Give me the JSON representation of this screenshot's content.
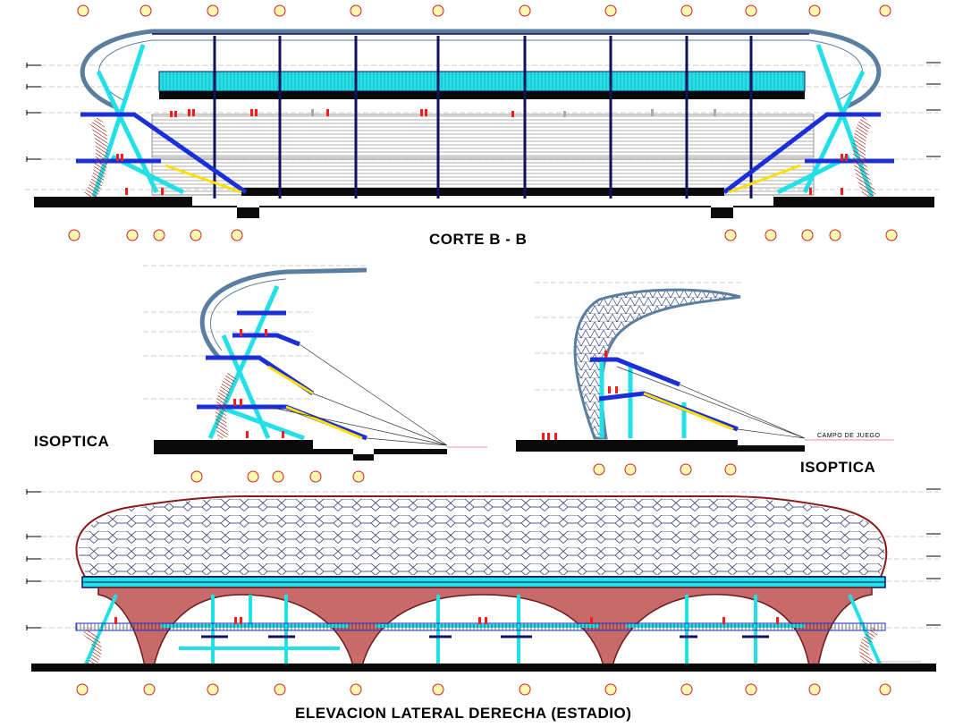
{
  "titles": {
    "section": "CORTE B - B",
    "isoptic_left": "ISOPTICA",
    "isoptic_right": "ISOPTICA",
    "elevation": "ELEVACION LATERAL DERECHA (ESTADIO)",
    "field_label": "CAMPO DE JUEGO"
  },
  "colors": {
    "structure_cyan": "#22e0e8",
    "frame_navy": "#101060",
    "stand_blue": "#1a2fd8",
    "roof_gray": "#5a7ea0",
    "arch_fill": "#c86a6a",
    "marker_yellow": "#fff8b0",
    "marker_red": "#d02020",
    "seat_red": "#ff1a1a",
    "ground": "#0a0a0a"
  }
}
